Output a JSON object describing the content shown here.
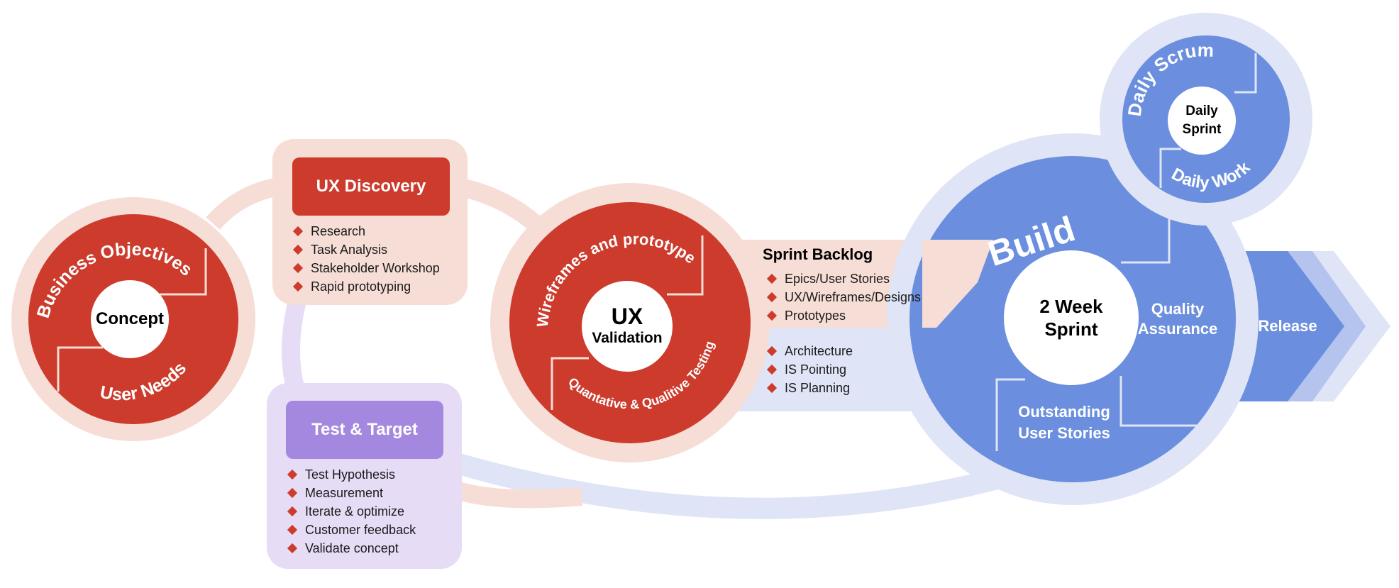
{
  "concept": {
    "center": "Concept",
    "arc_top": "Business Objectives",
    "arc_bottom": "User Needs"
  },
  "ux_discovery": {
    "title": "UX Discovery",
    "items": [
      "Research",
      "Task Analysis",
      "Stakeholder Workshop",
      "Rapid prototyping"
    ]
  },
  "ux_validation": {
    "center_line1": "UX",
    "center_line2": "Validation",
    "arc_top": "Wireframes and prototype",
    "arc_bottom": "Quantative & Qualitive Testing"
  },
  "test_target": {
    "title": "Test & Target",
    "items": [
      "Test Hypothesis",
      "Measurement",
      "Iterate & optimize",
      "Customer feedback",
      "Validate concept"
    ]
  },
  "sprint_backlog": {
    "title": "Sprint Backlog",
    "items": [
      "Epics/User Stories",
      "UX/Wireframes/Designs",
      "Prototypes"
    ],
    "items2": [
      "Architecture",
      "IS Pointing",
      "IS Planning"
    ]
  },
  "build": {
    "title": "Build",
    "center_line1": "2 Week",
    "center_line2": "Sprint",
    "qa_line1": "Quality",
    "qa_line2": "Assurance",
    "outstanding_line1": "Outstanding",
    "outstanding_line2": "User Stories"
  },
  "daily": {
    "arc_top": "Daily Scrum",
    "arc_bottom": "Daily Work",
    "center_line1": "Daily",
    "center_line2": "Sprint"
  },
  "release": {
    "label": "Release"
  },
  "colors": {
    "red": "#cc3b2c",
    "pink_light": "#f6ddd6",
    "blue": "#6b8fde",
    "blue_light": "#dfe5f6",
    "purple": "#a488e0",
    "purple_light": "#e6dcf6"
  }
}
